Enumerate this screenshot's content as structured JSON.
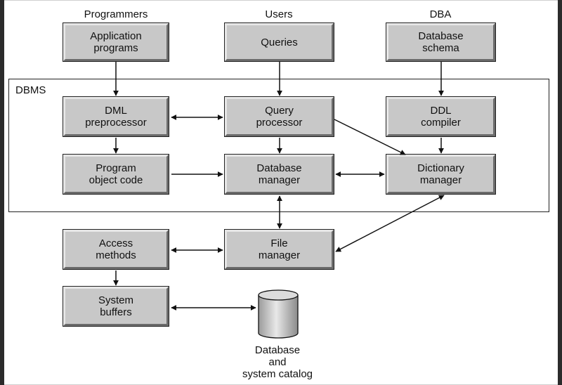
{
  "roles": {
    "programmers": "Programmers",
    "users": "Users",
    "dba": "DBA"
  },
  "dbms_label": "DBMS",
  "boxes": {
    "application_programs": "Application\nprograms",
    "queries": "Queries",
    "database_schema": "Database\nschema",
    "dml_preprocessor": "DML\npreprocessor",
    "query_processor": "Query\nprocessor",
    "ddl_compiler": "DDL\ncompiler",
    "program_object_code": "Program\nobject code",
    "database_manager": "Database\nmanager",
    "dictionary_manager": "Dictionary\nmanager",
    "access_methods": "Access\nmethods",
    "file_manager": "File\nmanager",
    "system_buffers": "System\nbuffers"
  },
  "storage_label": "Database\nand\nsystem catalog"
}
